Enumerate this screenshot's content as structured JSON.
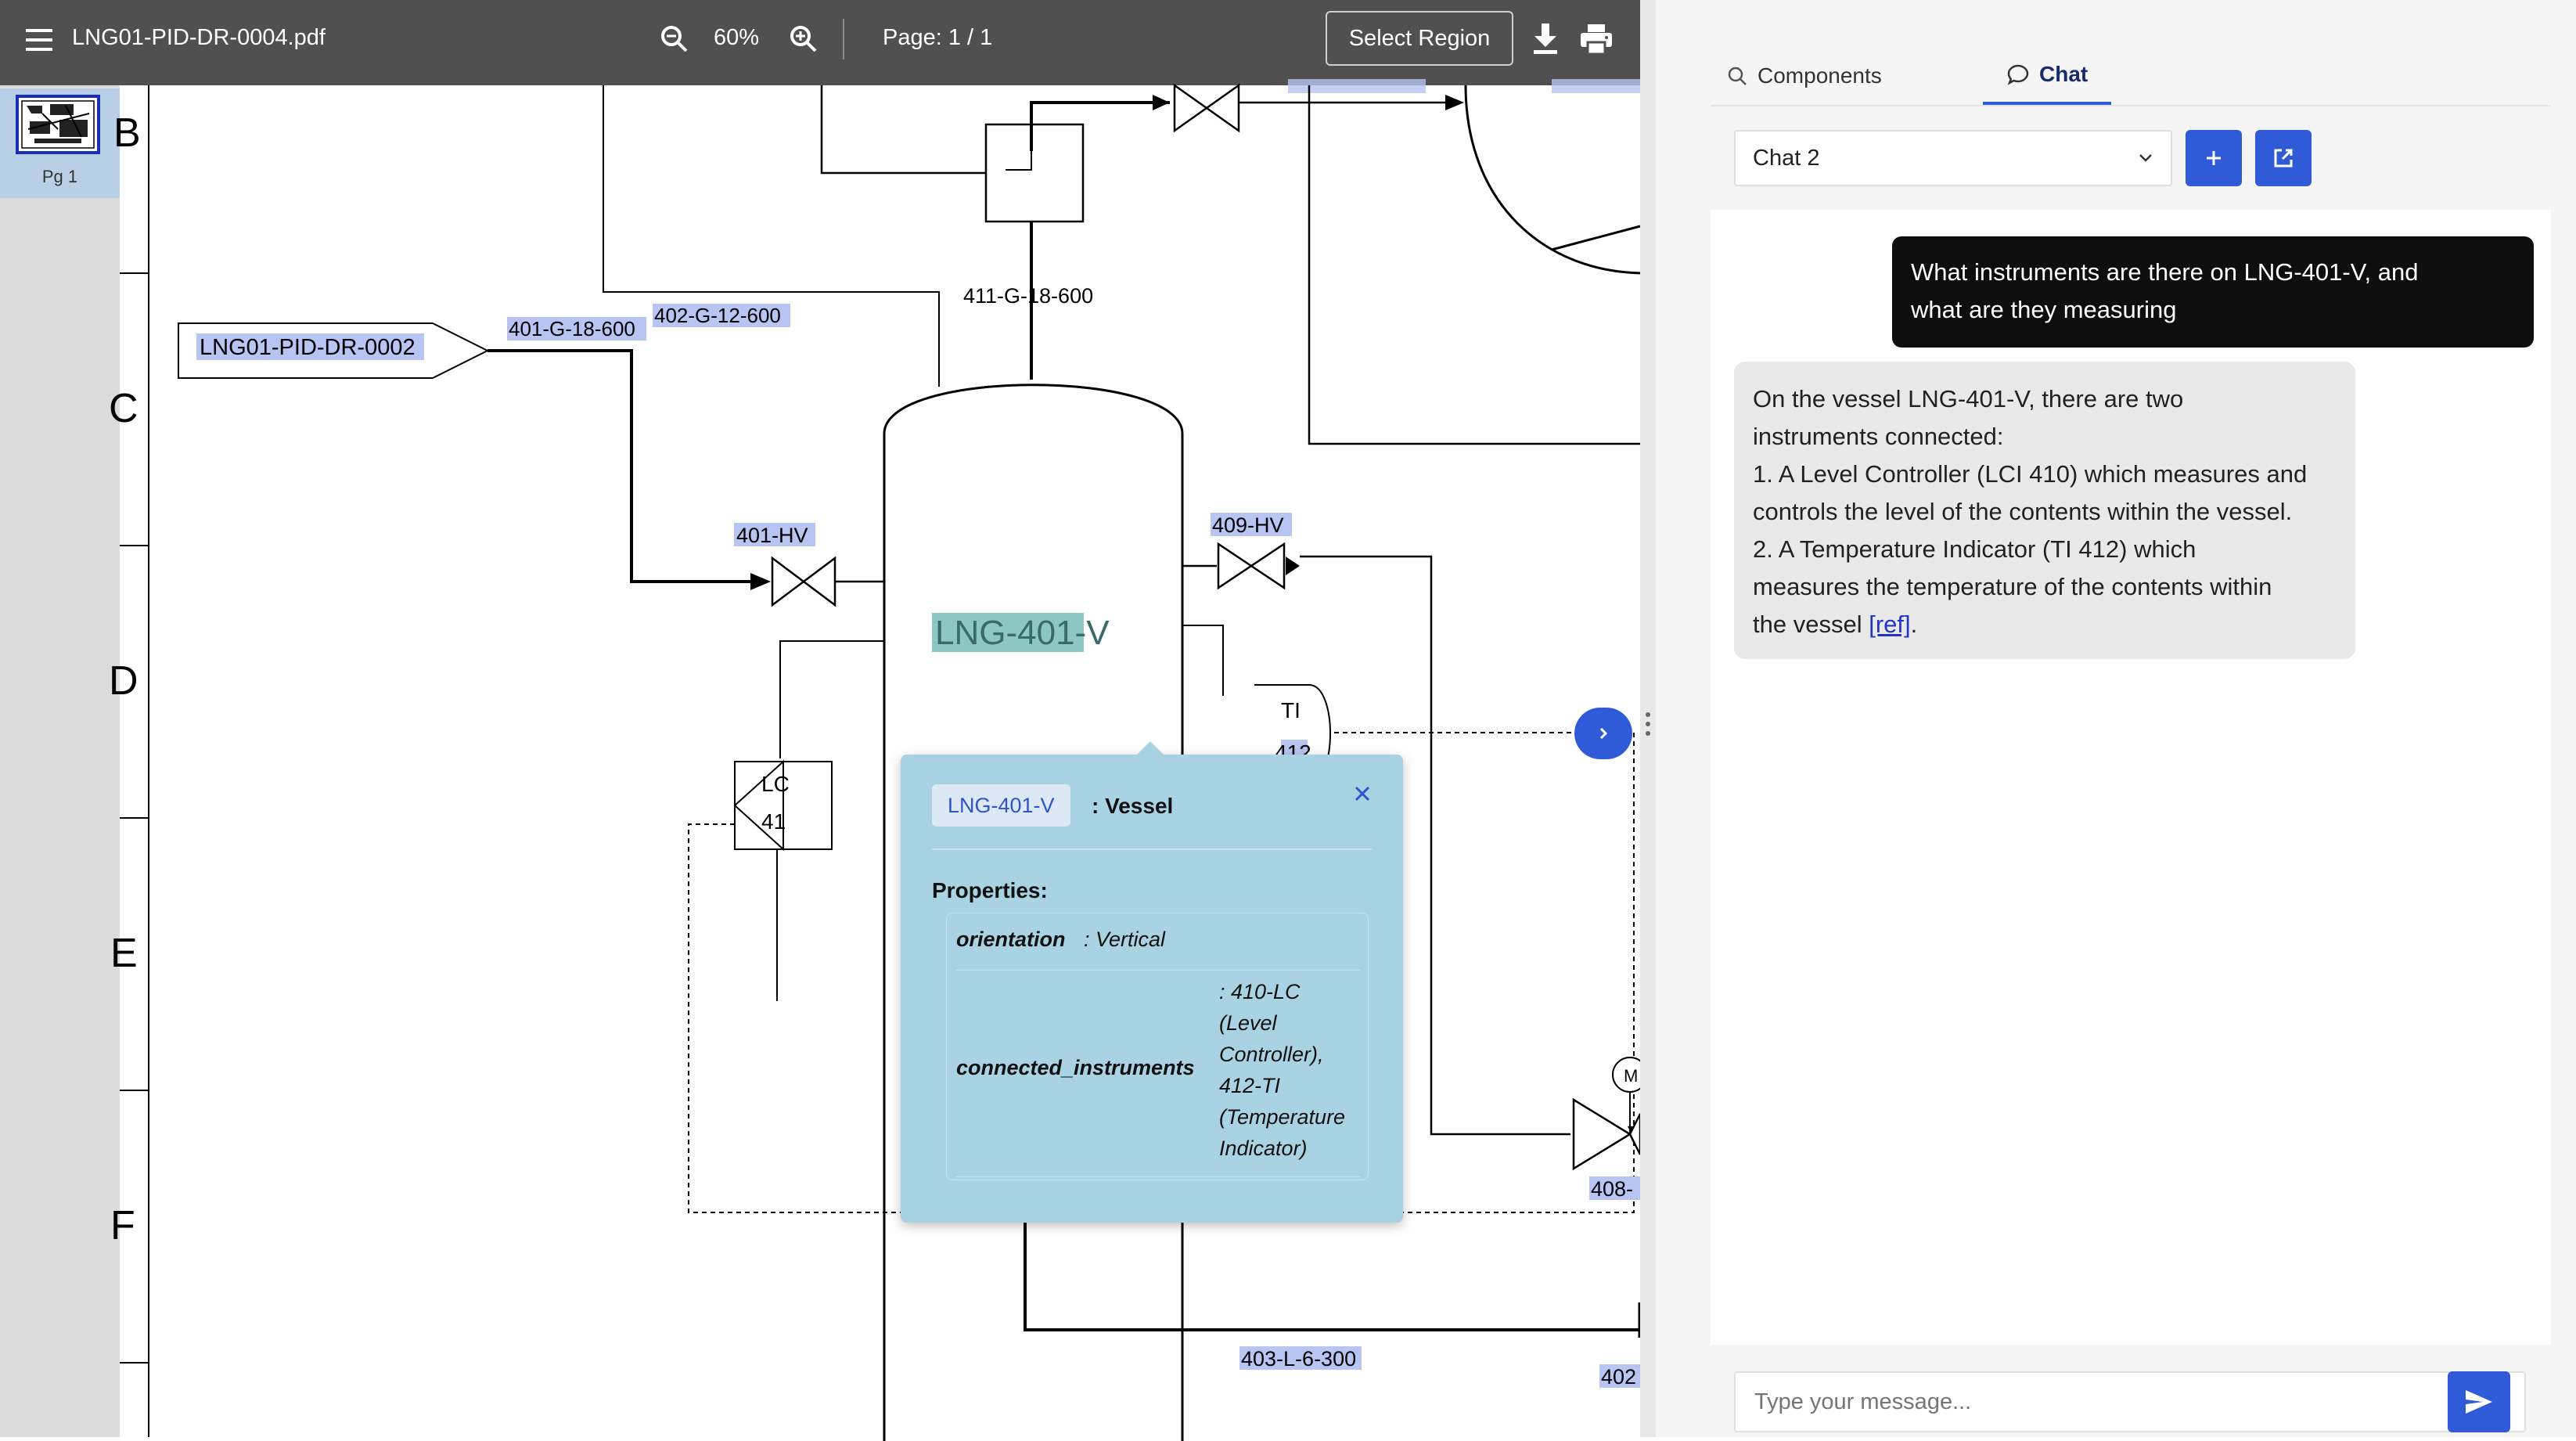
{
  "toolbar": {
    "menu_icon": "hamburger-menu-icon",
    "filename": "LNG01-PID-DR-0004.pdf",
    "zoom": "60%",
    "page": "Page: 1 / 1",
    "select_region": "Select Region",
    "download_icon": "download-icon",
    "print_icon": "print-icon"
  },
  "thumbnail": {
    "label": "Pg 1"
  },
  "drawing": {
    "row_letters": [
      "B",
      "C",
      "D",
      "E",
      "F"
    ],
    "labels": {
      "ref_dwg": "LNG01-PID-DR-0002",
      "line_401_g": "401-G-18-600",
      "line_402_g": "402-G-12-600",
      "line_411_g": "411-G-18-600",
      "valve_401": "401-HV",
      "valve_409": "409-HV",
      "vessel": "LNG-401-V",
      "ti_top": "TI",
      "ti_bottom": "412",
      "lc_top": "LC",
      "lc_bottom": "41",
      "motor": "M",
      "line_408": "408-",
      "line_403": "403-L-6-300",
      "line_402": "402"
    }
  },
  "popup": {
    "tag": "LNG-401-V",
    "type": ": Vessel",
    "properties_heading": "Properties:",
    "rows": [
      {
        "key": "orientation",
        "value": ": Vertical"
      },
      {
        "key": "connected_instruments",
        "value_lines": [
          ": 410-LC",
          "(Level",
          "Controller),",
          "412-TI",
          "(Temperature",
          "Indicator)"
        ]
      }
    ]
  },
  "panel": {
    "tabs": {
      "components": "Components",
      "chat": "Chat"
    },
    "chat_select": "Chat 2",
    "messages": {
      "user": [
        "What instruments are there on LNG-401-V, and",
        "what are they measuring"
      ],
      "assistant": [
        "On the vessel LNG-401-V, there are two",
        "instruments connected:",
        "1. A Level Controller (LCI 410) which measures and",
        "controls the level of the contents within the vessel.",
        "2. A Temperature Indicator (TI 412) which",
        "measures the temperature of the contents within",
        "the vessel"
      ],
      "ref_link": "[ref]",
      "end_punct": "."
    },
    "input_placeholder": "Type your message..."
  },
  "colors": {
    "toolbar_bg": "#505050",
    "accent_blue": "#2f5bd9",
    "popup_bg": "#a9d3e2",
    "highlight": "#b8c4f2"
  }
}
